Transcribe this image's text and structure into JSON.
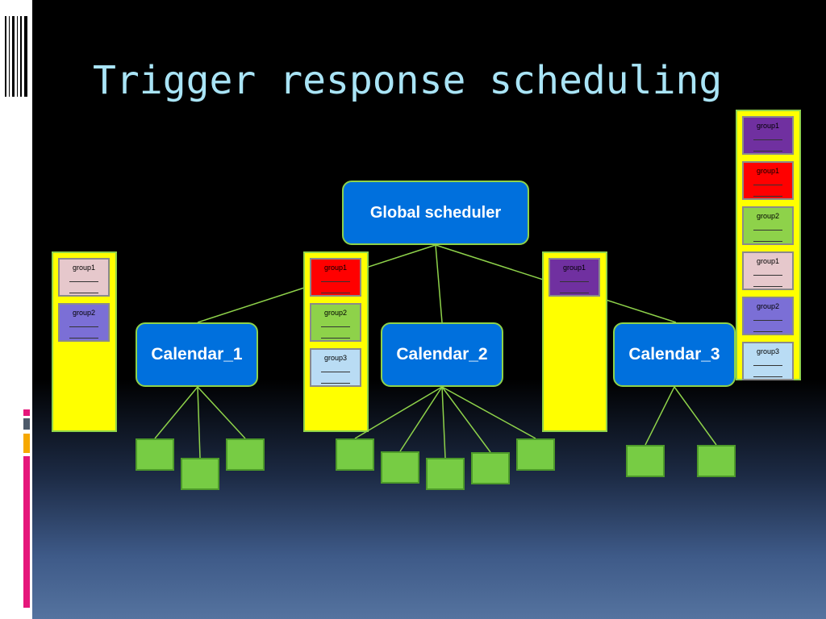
{
  "title": "Trigger response scheduling",
  "colors": {
    "node_fill": "#0070dd",
    "node_border": "#8ed24a",
    "column_fill": "#ffff00",
    "leaf_fill": "#77cc44",
    "edge_color": "#8ed24a",
    "title_color": "#a9e4f6"
  },
  "nodes": {
    "global": "Global scheduler",
    "calendar_1": "Calendar_1",
    "calendar_2": "Calendar_2",
    "calendar_3": "Calendar_3"
  },
  "columns": {
    "c1": [
      {
        "label": "group1",
        "color": "#e6c8cc"
      },
      {
        "label": "group2",
        "color": "#7b6fd6"
      }
    ],
    "c2": [
      {
        "label": "group1",
        "color": "#ff0000"
      },
      {
        "label": "group2",
        "color": "#8ed24a"
      },
      {
        "label": "group3",
        "color": "#b9dcf4"
      }
    ],
    "c3": [
      {
        "label": "group1",
        "color": "#7030a0"
      }
    ],
    "global": [
      {
        "label": "group1",
        "color": "#7030a0"
      },
      {
        "label": "group1",
        "color": "#ff0000"
      },
      {
        "label": "group2",
        "color": "#8ed24a"
      },
      {
        "label": "group1",
        "color": "#e6c8cc"
      },
      {
        "label": "group2",
        "color": "#7b6fd6"
      },
      {
        "label": "group3",
        "color": "#b9dcf4"
      }
    ]
  },
  "leaf_counts": {
    "calendar_1": 3,
    "calendar_2": 5,
    "calendar_3": 2
  }
}
